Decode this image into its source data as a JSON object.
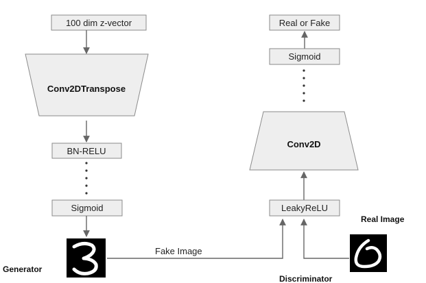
{
  "generator": {
    "input_label": "100 dim z-vector",
    "transpose_label": "Conv2DTranspose",
    "bn_relu_label": "BN-RELU",
    "sigmoid_label": "Sigmoid",
    "caption": "Generator"
  },
  "discriminator": {
    "output_label": "Real or Fake",
    "sigmoid_label": "Sigmoid",
    "conv_label": "Conv2D",
    "leaky_label": "LeakyReLU",
    "caption": "Discriminator"
  },
  "edges": {
    "fake_image_label": "Fake Image"
  },
  "real_image_caption": "Real Image",
  "colors": {
    "box_fill": "#eeeeee",
    "box_stroke": "#8a8a8a",
    "wire": "#666666",
    "digit_bg": "#000000",
    "digit_stroke": "#ffffff"
  }
}
